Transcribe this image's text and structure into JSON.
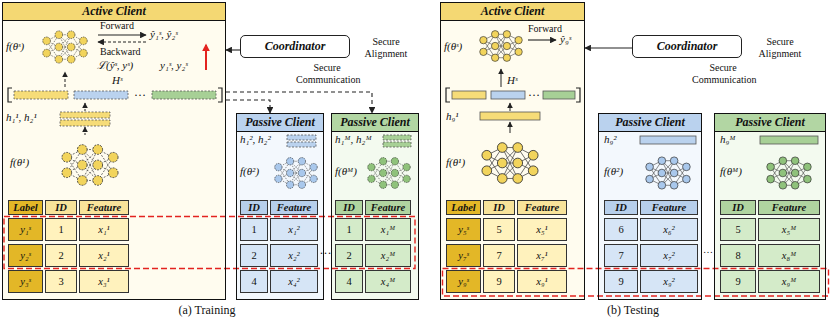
{
  "diagram": {
    "nodes": [
      {
        "text": [
          "Active Client"
        ]
      },
      {
        "text": [
          "Label",
          "ID",
          "Feature",
          "y₁ˢ",
          "1",
          "x₁¹",
          "y₂ˢ",
          "2",
          "x₂¹",
          "y₃ˢ",
          "3",
          "x₃¹"
        ],
        "in": 0
      },
      {
        "text": [
          "Coordinator"
        ]
      },
      {
        "text": [
          "Passive Client"
        ]
      },
      {
        "text": [
          "ID",
          "Feature",
          "1",
          "x₁²",
          "2",
          "x₂²",
          "4",
          "x₄²"
        ],
        "in": 3
      },
      {
        "text": [
          "Passive Client"
        ]
      },
      {
        "text": [
          "ID",
          "Feature",
          "1",
          "x₁ᴹ",
          "2",
          "x₂ᴹ",
          "4",
          "x₄ᴹ"
        ],
        "in": 5
      },
      {
        "text": [
          "Active Client"
        ]
      },
      {
        "text": [
          "Label",
          "ID",
          "Feature",
          "y₅ˢ",
          "5",
          "x₅¹",
          "y₇ˢ",
          "7",
          "x₇¹",
          "y₉ˢ",
          "9",
          "x₉¹"
        ],
        "in": 7
      },
      {
        "text": [
          "Coordinator"
        ]
      },
      {
        "text": [
          "Passive Client"
        ]
      },
      {
        "text": [
          "ID",
          "Feature",
          "6",
          "x₆²",
          "7",
          "x₇²",
          "9",
          "x₉²"
        ],
        "in": 10
      },
      {
        "text": [
          "Passive Client"
        ]
      },
      {
        "text": [
          "ID",
          "Feature",
          "5",
          "x₅ᴹ",
          "8",
          "x₈ᴹ",
          "9",
          "x₉ᴹ"
        ],
        "in": 12
      }
    ],
    "edges": [
      {
        "from": 2,
        "to": 0,
        "arrow": "to"
      },
      {
        "from": 0,
        "to": 3,
        "arrow": "to"
      },
      {
        "from": 0,
        "to": 5,
        "arrow": "to"
      },
      {
        "from": 9,
        "to": 7,
        "arrow": "to"
      }
    ],
    "labels": [
      "Forward",
      "Backward",
      "ŷ₁ˢ, ŷ₂ˢ",
      "ℒ(ŷˢ, yˢ)",
      "y₁ˢ, y₂ˢ",
      "f(θˢ)",
      "Hˢ",
      "…",
      "h₁¹, h₂¹",
      "f(θ¹)",
      "Secure Communication",
      "Secure Alignment",
      "h₁², h₂²",
      "f(θ²)",
      "…",
      "h₁ᴹ, h₂ᴹ",
      "f(θᴹ)",
      "(a) Training",
      "Forward",
      "ŷ₉ˢ",
      "f(θˢ)",
      "Hˢ",
      "…",
      "h₉¹",
      "f(θ¹)",
      "Secure Communication",
      "Secure Alignment",
      "h₉²",
      "f(θ²)",
      "…",
      "h₉ᴹ",
      "f(θᴹ)",
      "(b) Testing"
    ]
  }
}
